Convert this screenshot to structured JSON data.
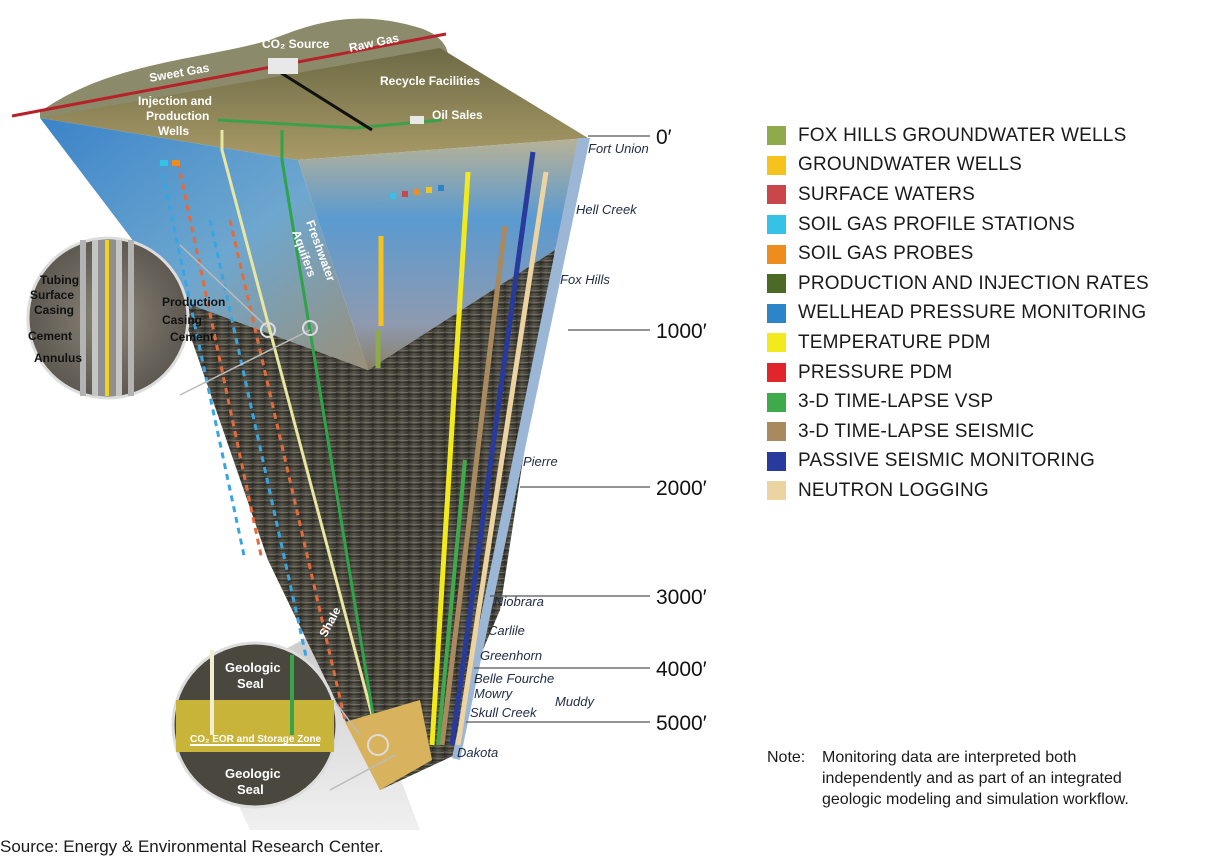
{
  "diagram": {
    "surface_labels": {
      "co2_source": "CO₂ Source",
      "raw_gas": "Raw Gas",
      "sweet_gas": "Sweet Gas",
      "recycle_facilities": "Recycle Facilities",
      "injection_production_wells": [
        "Injection and",
        "Production",
        "Wells"
      ],
      "oil_sales": "Oil Sales",
      "freshwater_aquifers": [
        "Freshwater",
        "Aquifers"
      ],
      "shale": "Shale"
    },
    "formations": [
      "Fort Union",
      "Hell Creek",
      "Fox Hills",
      "Pierre",
      "Niobrara",
      "Carlile",
      "Greenhorn",
      "Belle Fourche",
      "Mowry",
      "Muddy",
      "Skull Creek",
      "Dakota"
    ],
    "depths": [
      "0′",
      "1000′",
      "2000′",
      "3000′",
      "4000′",
      "5000′"
    ],
    "well_inset": {
      "labels": [
        "Tubing",
        "Surface",
        "Casing",
        "Cement",
        "Annulus",
        "Production",
        "Casing",
        "Cement"
      ]
    },
    "reservoir_inset": {
      "seal_top": [
        "Geologic",
        "Seal"
      ],
      "zone": "CO₂ EOR and Storage Zone",
      "seal_bottom": [
        "Geologic",
        "Seal"
      ]
    }
  },
  "legend": [
    {
      "label": "FOX HILLS GROUNDWATER WELLS",
      "color": "#8faa4a"
    },
    {
      "label": "GROUNDWATER WELLS",
      "color": "#f6c21c"
    },
    {
      "label": "SURFACE WATERS",
      "color": "#c9474b"
    },
    {
      "label": "SOIL GAS PROFILE STATIONS",
      "color": "#36c1e6"
    },
    {
      "label": "SOIL GAS PROBES",
      "color": "#ee8c1e"
    },
    {
      "label": "PRODUCTION AND INJECTION RATES",
      "color": "#4b6a26"
    },
    {
      "label": "WELLHEAD PRESSURE MONITORING",
      "color": "#2b85c8"
    },
    {
      "label": "TEMPERATURE PDM",
      "color": "#f2ea1d"
    },
    {
      "label": "PRESSURE PDM",
      "color": "#e1262b"
    },
    {
      "label": "3-D TIME-LAPSE VSP",
      "color": "#3eaa4b"
    },
    {
      "label": "3-D TIME-LAPSE SEISMIC",
      "color": "#a88a5e"
    },
    {
      "label": "PASSIVE SEISMIC MONITORING",
      "color": "#283a9c"
    },
    {
      "label": "NEUTRON LOGGING",
      "color": "#ecd3a2"
    }
  ],
  "note": {
    "prefix": "Note:",
    "lines": [
      "Monitoring data are interpreted both",
      "independently and as part of an integrated",
      "geologic modeling and simulation workflow."
    ]
  },
  "source": "Source:  Energy & Environmental Research Center."
}
